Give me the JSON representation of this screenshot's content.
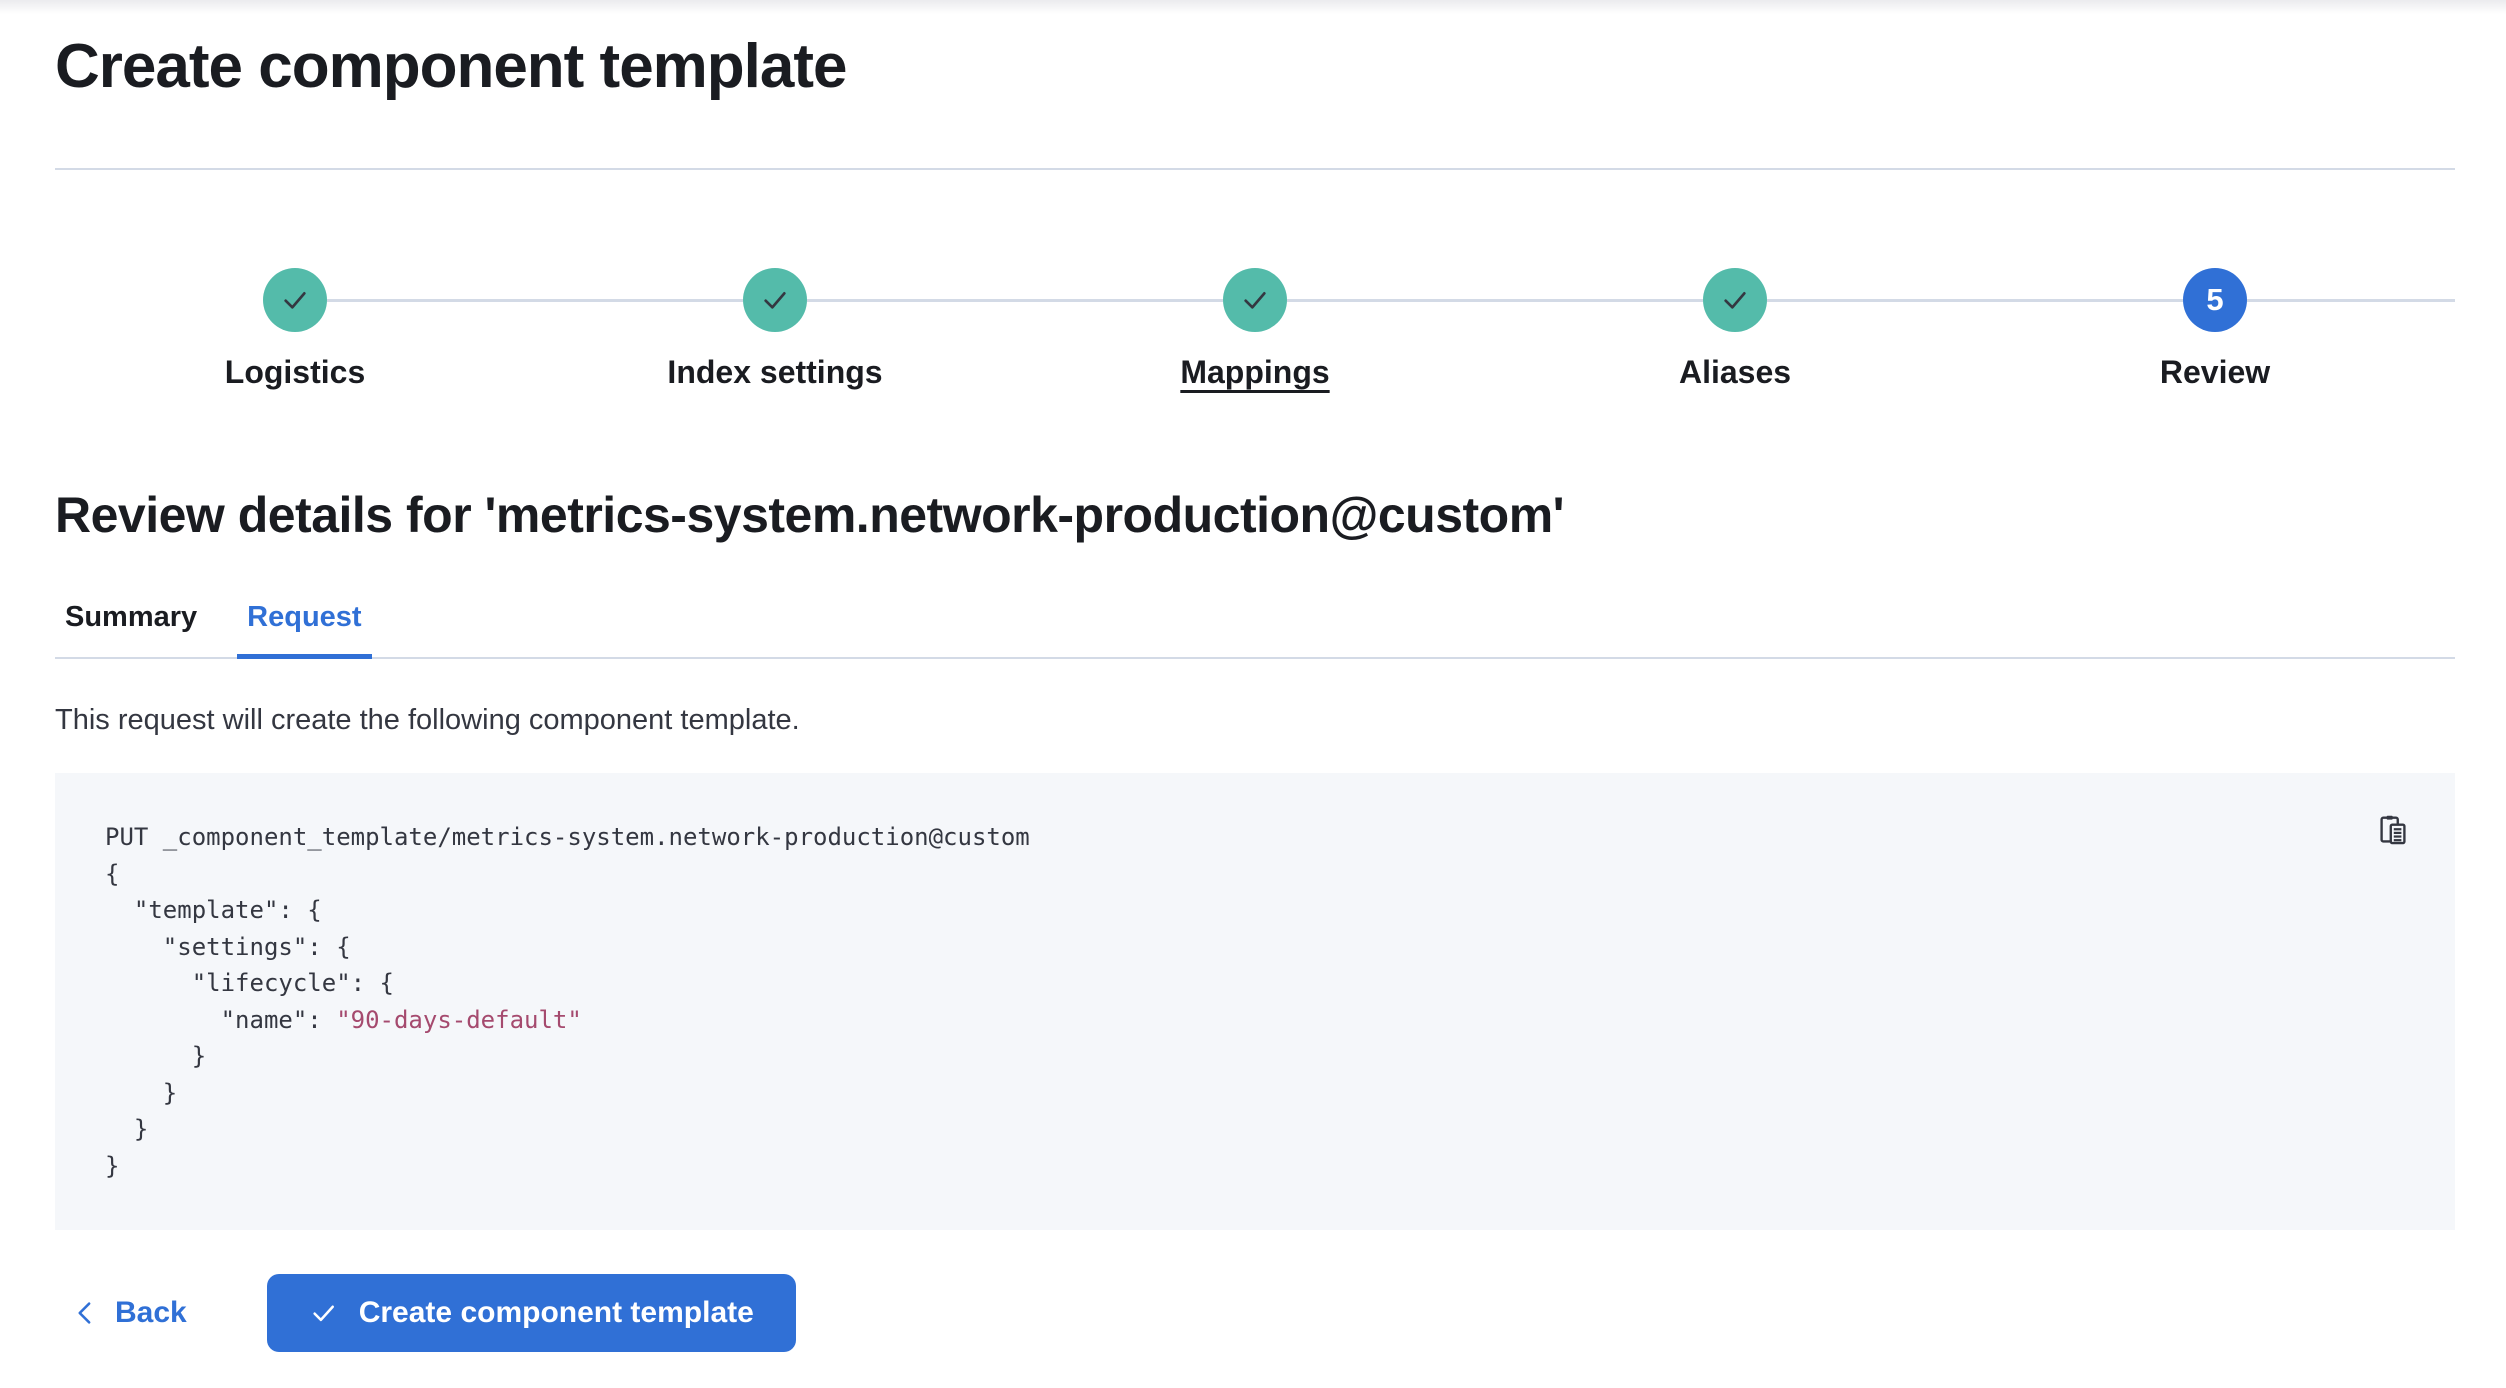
{
  "header": {
    "title": "Create component template"
  },
  "stepper": {
    "steps": [
      {
        "label": "Logistics",
        "state": "complete"
      },
      {
        "label": "Index settings",
        "state": "complete"
      },
      {
        "label": "Mappings",
        "state": "complete",
        "underlined": true
      },
      {
        "label": "Aliases",
        "state": "complete"
      },
      {
        "label": "Review",
        "state": "current",
        "number": "5"
      }
    ]
  },
  "review": {
    "heading": "Review details for 'metrics-system.network-production@custom'",
    "tabs": [
      {
        "label": "Summary",
        "selected": false
      },
      {
        "label": "Request",
        "selected": true
      }
    ],
    "description": "This request will create the following component template."
  },
  "code_block": {
    "copy_icon": "copy-clipboard-icon",
    "lines": [
      {
        "plain": "PUT _component_template/metrics-system.network-production@custom"
      },
      {
        "plain": "{"
      },
      {
        "plain": "  \"template\": {"
      },
      {
        "plain": "    \"settings\": {"
      },
      {
        "plain": "      \"lifecycle\": {"
      },
      {
        "plain": "        \"name\": ",
        "string": "\"90-days-default\""
      },
      {
        "plain": "      }"
      },
      {
        "plain": "    }"
      },
      {
        "plain": "  }"
      },
      {
        "plain": "}"
      }
    ]
  },
  "footer": {
    "back_label": "Back",
    "create_label": "Create component template"
  },
  "colors": {
    "primary": "#3070D6",
    "success": "#54BBAA",
    "string": "#A54A6E",
    "border": "#D3DAE6",
    "code_bg": "#F5F7FA",
    "text": "#343741",
    "title": "#1A1C21"
  }
}
